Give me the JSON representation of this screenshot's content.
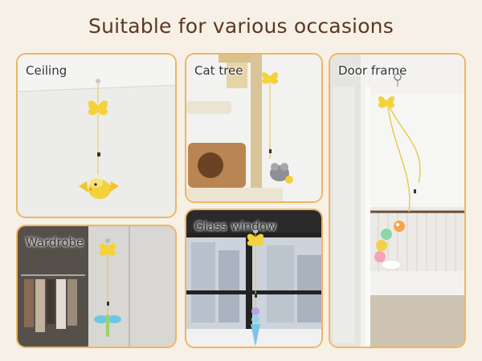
{
  "heading": "Suitable for various occasions",
  "scenes": {
    "ceiling": "Ceiling",
    "cat_tree": "Cat tree",
    "door_frame": "Door frame",
    "wardrobe": "Wardrobe",
    "glass_window": "Glass window"
  },
  "colors": {
    "background": "#f7f0e6",
    "border": "#f0b560",
    "title": "#5a3824",
    "toy_yellow": "#f5d23a"
  }
}
